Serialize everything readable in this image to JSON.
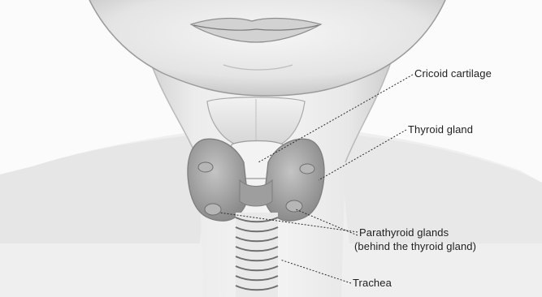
{
  "labels": {
    "cricoid_cartilage": "Cricoid cartilage",
    "thyroid_gland": "Thyroid gland",
    "parathyroid_glands": "Parathyroid glands",
    "parathyroid_note": "(behind the thyroid gland)",
    "trachea": "Trachea"
  },
  "colors": {
    "background": "#fbfbfb",
    "skin_shading": "#c9c9c9",
    "gland_fill": "#a8a8a8",
    "leader_line": "#2a2a2a"
  }
}
